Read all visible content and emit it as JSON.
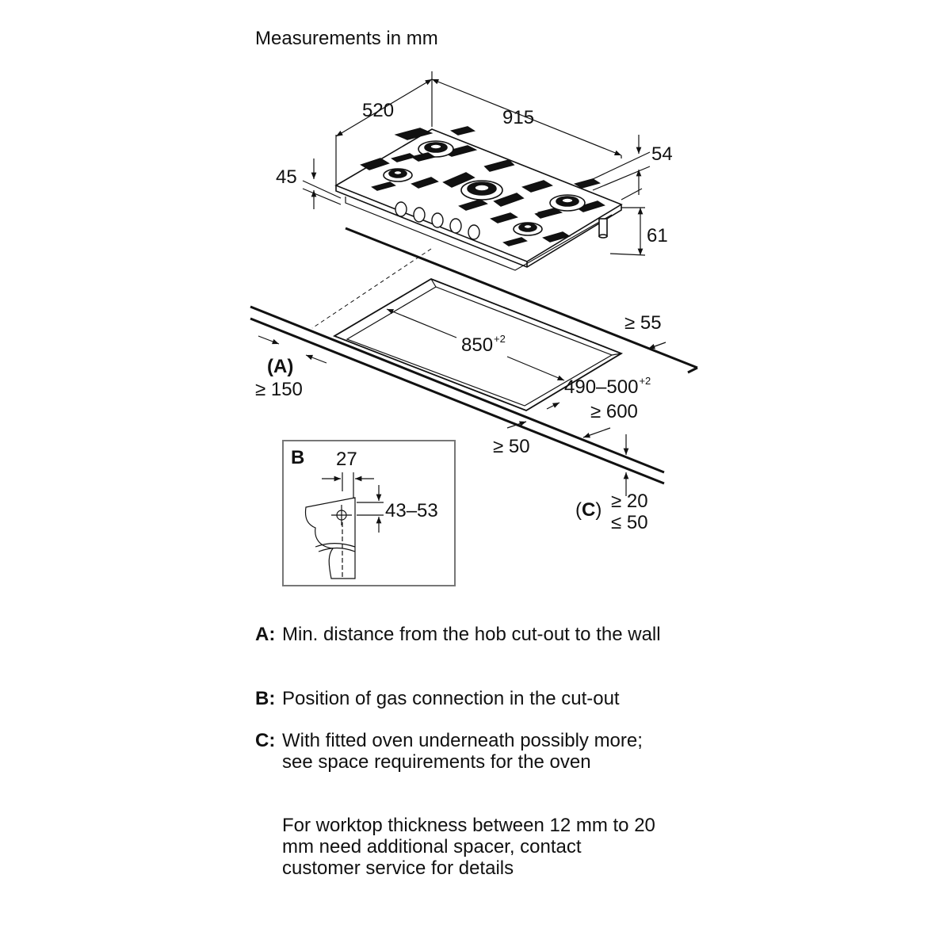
{
  "header": {
    "title": "Measurements in mm"
  },
  "dimensions": {
    "width": "915",
    "depth": "520",
    "glass_thickness": "45",
    "support_height": "54",
    "total_height": "61",
    "cutout_width": "850",
    "cutout_width_tolerance": "+2",
    "cutout_depth": "490–500",
    "cutout_depth_tolerance": "+2",
    "back_clearance": "≥ 55",
    "front_clearance": "≥ 50",
    "worktop_depth": "≥ 600",
    "wall_clearance_label": "(A)",
    "wall_clearance": "≥ 150",
    "worktop_thickness_label": "(C)",
    "worktop_thickness_min": "≥ 20",
    "worktop_thickness_max": "≤ 50"
  },
  "detail_b": {
    "label": "B",
    "gas_offset_x": "27",
    "gas_offset_y": "43–53"
  },
  "legend": [
    {
      "key": "A:",
      "text": "Min. distance from the hob cut-out to the wall"
    },
    {
      "key": "B:",
      "text": "Position of gas connection in the cut-out"
    },
    {
      "key": "C:",
      "text": "With fitted oven underneath possibly more; see space requirements for the oven"
    }
  ],
  "note": "For worktop thickness between 12 mm to 20 mm need additional spacer, contact customer service for details"
}
